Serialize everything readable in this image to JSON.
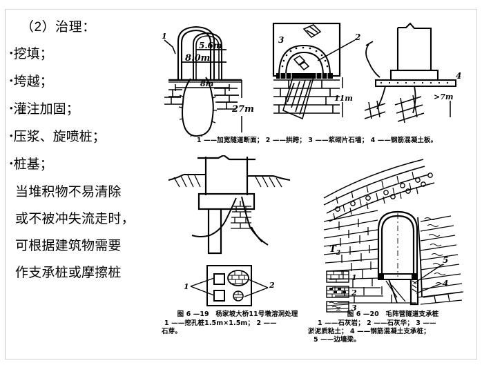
{
  "slide": {
    "heading": "（2）治理：",
    "bullets": [
      "挖填；",
      "垮越；",
      "灌注加固；",
      "压浆、旋喷桩；",
      "桩基；"
    ],
    "paragraph_lines": [
      "当堆积物不易清除",
      "或不被冲失流走时，",
      "可根据建筑物需要",
      "作支承桩或摩擦桩"
    ],
    "bullet_glyph": "•"
  },
  "figures": {
    "top": {
      "caption": "1 ——加宽隧道断面； 2 ——拱跨； 3 ——浆砌片石墙； 4 ——钢筋混凝土板。",
      "dim_tunnel_inner": "5.6m",
      "dim_tunnel_outer": "8.0m",
      "dim_width": "8m",
      "dim_depth": "27m",
      "dim_height_mid": "11m",
      "dim_thickness": ">7m",
      "callout_1": "1",
      "callout_2": "2",
      "callout_3": "3",
      "callout_4": "4"
    },
    "bottom_left": {
      "title": "图 6 —19　杨家坡大桥11号墩溶洞处理",
      "key_line_1": "1 ——挖孔桩1.5m×1.5m； 2 ——",
      "key_line_2": "石芽。",
      "callout_1": "1",
      "callout_2": "2"
    },
    "bottom_right": {
      "title": "图 6 —20　毛阵营隧道支承桩",
      "key_line_1": "1 ——石灰岩； 2 ——石灰华； 3 ——",
      "key_line_2": "淤泥质粘土； 4 ——钢筋混凝土支承桩；",
      "key_line_3": "5 ——边墙梁。",
      "stratum_label": "T",
      "stratum_sub": "2",
      "legend_1": "1",
      "legend_2": "2",
      "legend_3": "3",
      "callout_4": "4",
      "callout_5": "5"
    }
  },
  "colors": {
    "ink": "#000000",
    "background": "#ffffff",
    "frame": "#c8c8c8"
  }
}
